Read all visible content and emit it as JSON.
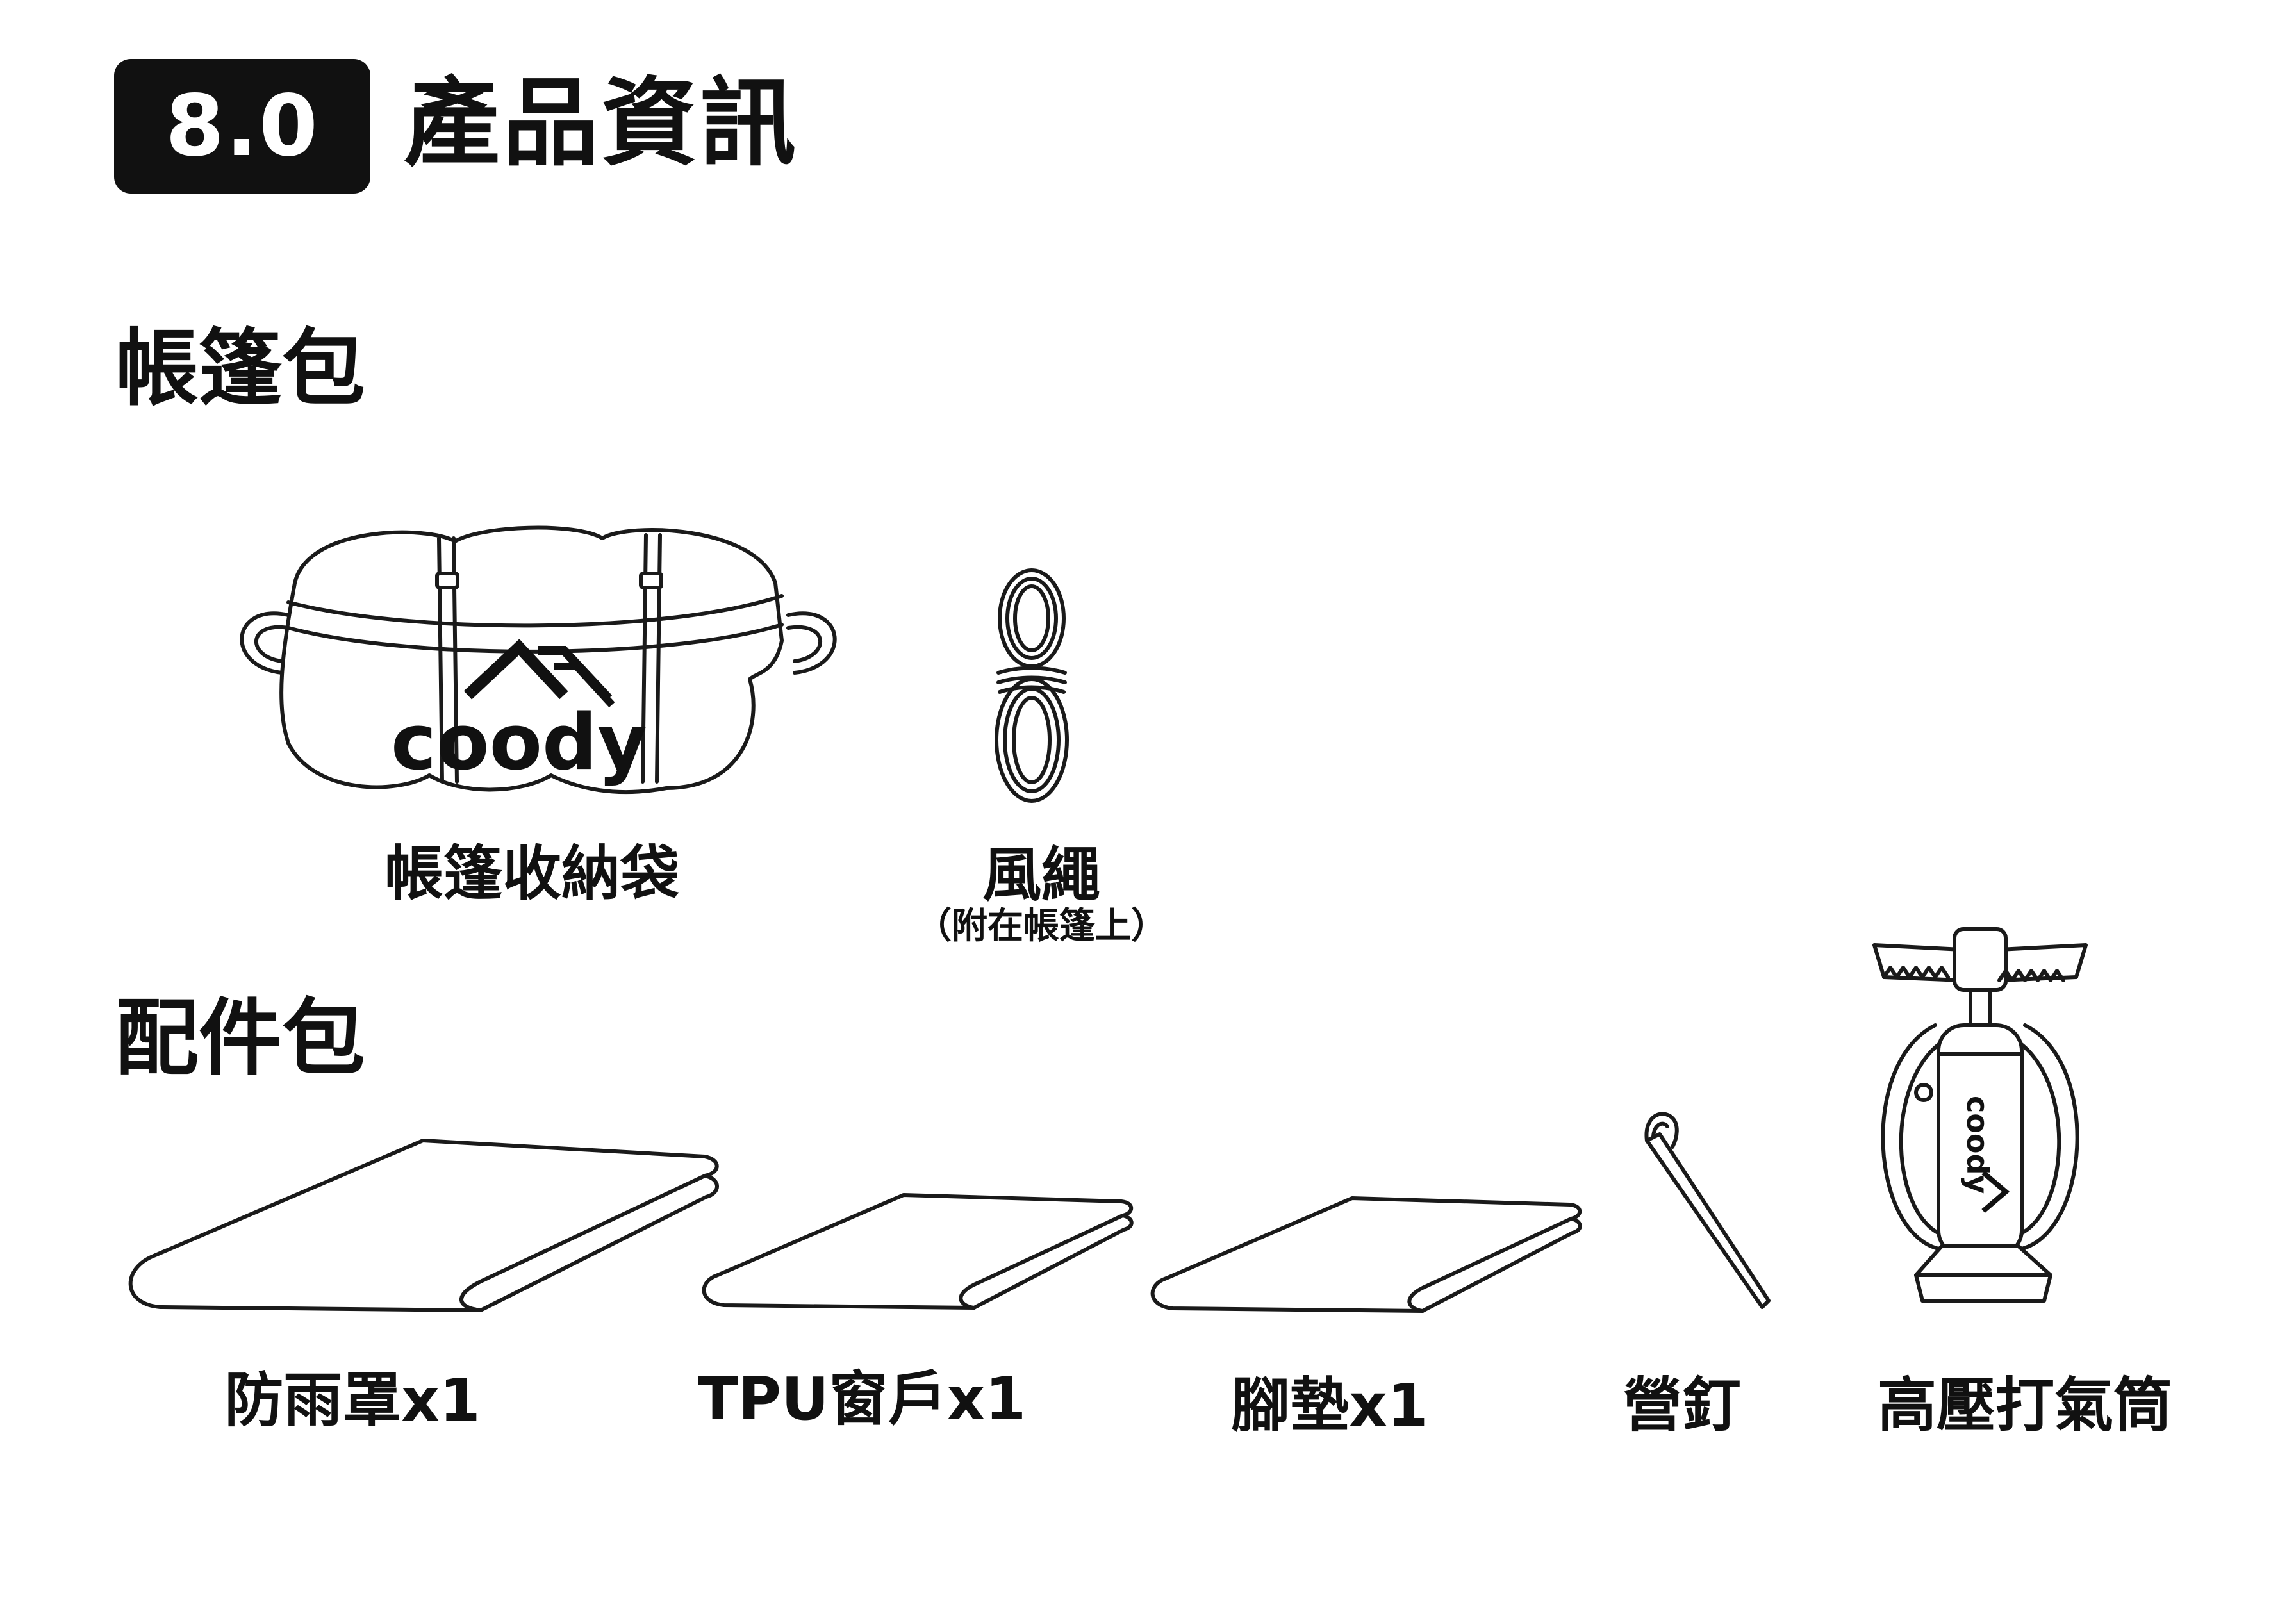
{
  "header": {
    "section_number": "8.0",
    "title": "產品資訊"
  },
  "groups": [
    {
      "heading": "帳篷包",
      "items": [
        {
          "label": "帳篷收納袋",
          "icon": "tent-bag-icon",
          "brand": "coody"
        },
        {
          "label": "風繩",
          "note": "（附在帳篷上）",
          "icon": "guy-rope-icon"
        }
      ]
    },
    {
      "heading": "配件包",
      "items": [
        {
          "label": "防雨罩x1",
          "icon": "rainfly-icon"
        },
        {
          "label": "TPU窗戶x1",
          "icon": "tpu-window-icon"
        },
        {
          "label": "腳墊x1",
          "icon": "footprint-icon"
        },
        {
          "label": "營釘",
          "icon": "tent-stake-icon"
        },
        {
          "label": "高壓打氣筒",
          "icon": "air-pump-icon",
          "brand": "coody"
        }
      ]
    }
  ]
}
